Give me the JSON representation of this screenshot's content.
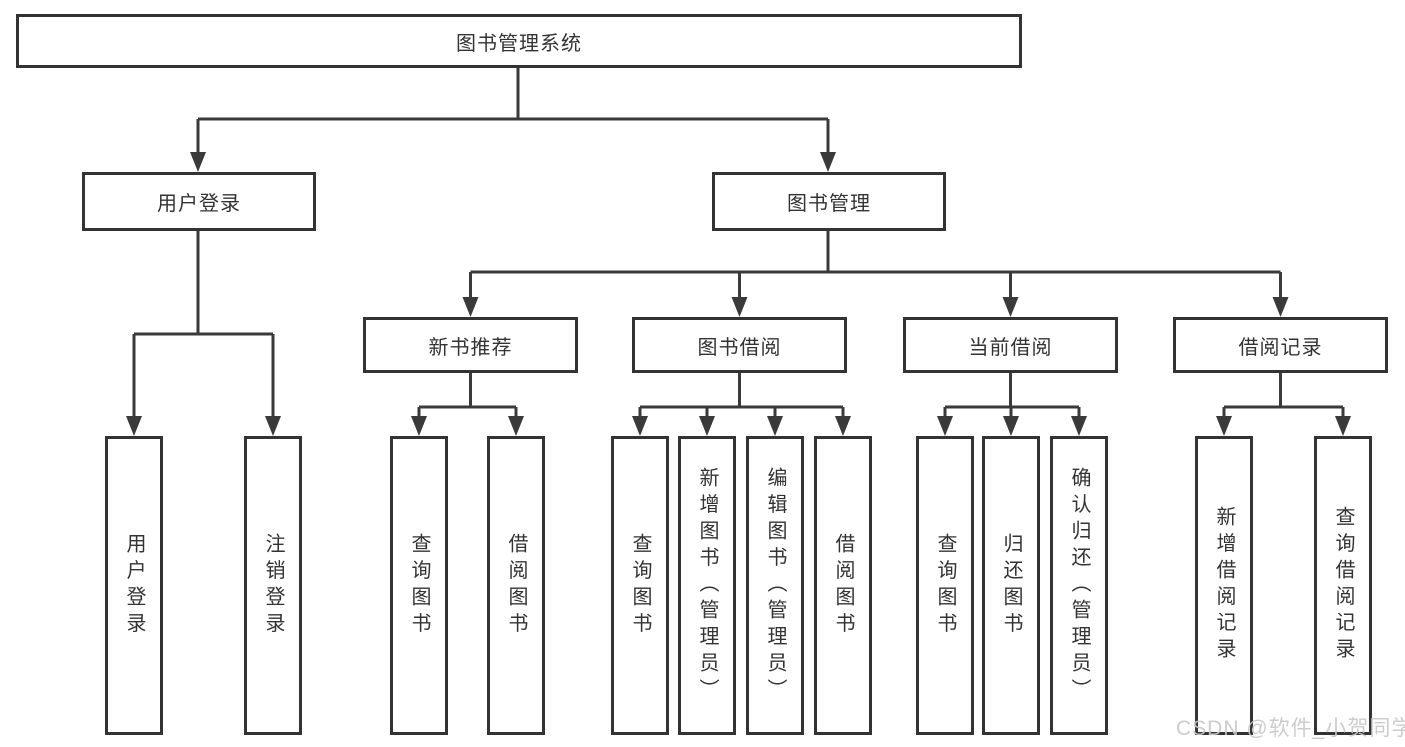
{
  "colors": {
    "line": "#3a3a3a",
    "box_border": "#333333",
    "text": "#333333",
    "watermark": "#c8c8c8",
    "background": "#ffffff"
  },
  "watermark": {
    "text": "CSDN @软件_小贺同学"
  },
  "tree": {
    "root": {
      "label": "图书管理系统"
    },
    "children": [
      {
        "label": "用户登录",
        "children": [
          {
            "label": "用户登录"
          },
          {
            "label": "注销登录"
          }
        ]
      },
      {
        "label": "图书管理",
        "children": [
          {
            "label": "新书推荐",
            "children": [
              {
                "label": "查询图书"
              },
              {
                "label": "借阅图书"
              }
            ]
          },
          {
            "label": "图书借阅",
            "children": [
              {
                "label": "查询图书"
              },
              {
                "label": "新增图书（管理员）"
              },
              {
                "label": "编辑图书（管理员）"
              },
              {
                "label": "借阅图书"
              }
            ]
          },
          {
            "label": "当前借阅",
            "children": [
              {
                "label": "查询图书"
              },
              {
                "label": "归还图书"
              },
              {
                "label": "确认归还（管理员）"
              }
            ]
          },
          {
            "label": "借阅记录",
            "children": [
              {
                "label": "新增借阅记录"
              },
              {
                "label": "查询借阅记录"
              }
            ]
          }
        ]
      }
    ]
  }
}
